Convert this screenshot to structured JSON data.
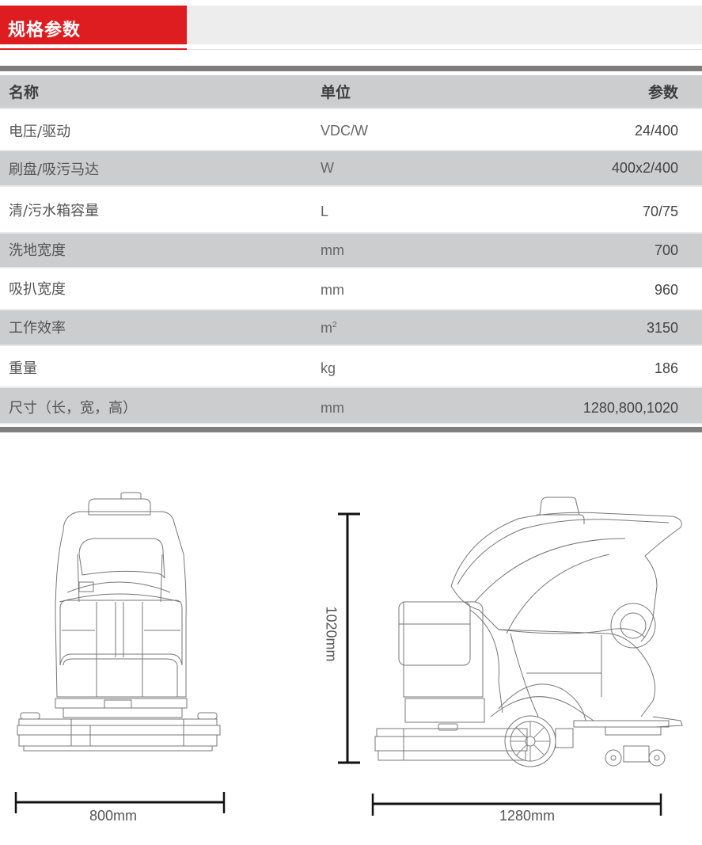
{
  "section": {
    "title": "规格参数",
    "accent_color": "#de1d21"
  },
  "table": {
    "headers": {
      "name": "名称",
      "unit": "单位",
      "value": "参数"
    },
    "rows": [
      {
        "name": "电压/驱动",
        "unit": "VDC/W",
        "value": "24/400"
      },
      {
        "name": "刷盘/吸污马达",
        "unit": "W",
        "value": "400x2/400"
      },
      {
        "name": "清/污水箱容量",
        "unit": "L",
        "value": "70/75"
      },
      {
        "name": "洗地宽度",
        "unit": "mm",
        "value": "700"
      },
      {
        "name": "吸扒宽度",
        "unit": "mm",
        "value": "960"
      },
      {
        "name": "工作效率",
        "unit": "m",
        "unit_sup": "2",
        "value": "3150"
      },
      {
        "name": "重量",
        "unit": "kg",
        "value": "186"
      },
      {
        "name": "尺寸（长，宽，高）",
        "unit": "mm",
        "value": "1280,800,1020"
      }
    ]
  },
  "drawings": {
    "front_view": {
      "label": "front-view-scrubber-drawing",
      "width_dimension": "800mm"
    },
    "side_view": {
      "label": "side-view-scrubber-drawing",
      "length_dimension": "1280mm",
      "height_dimension": "1020mm"
    }
  }
}
